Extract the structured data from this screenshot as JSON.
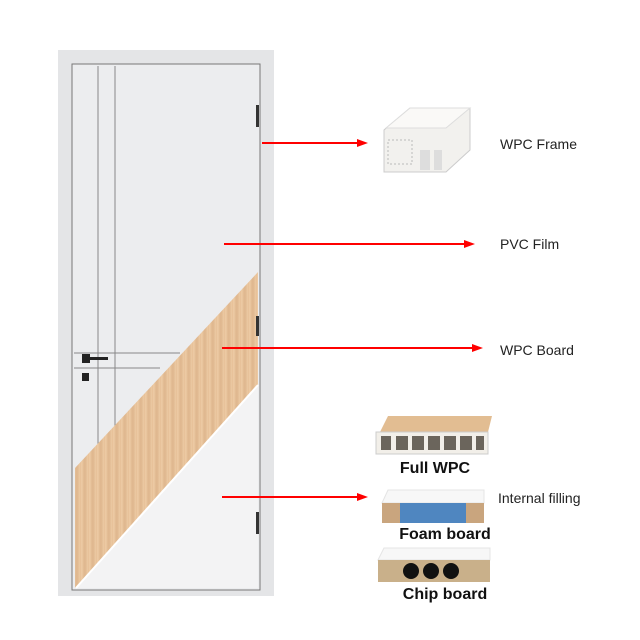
{
  "colors": {
    "arrow": "#ff0000",
    "wood": "#e8c29b",
    "door_white": "#e9eaec",
    "foam": "#4f86c0"
  },
  "labels": {
    "wpc_frame": "WPC Frame",
    "pvc_film": "PVC Film",
    "wpc_board": "WPC Board",
    "internal_filling": "Internal filling"
  },
  "fillings": [
    {
      "name": "Full WPC"
    },
    {
      "name": "Foam board"
    },
    {
      "name": "Chip board"
    }
  ]
}
